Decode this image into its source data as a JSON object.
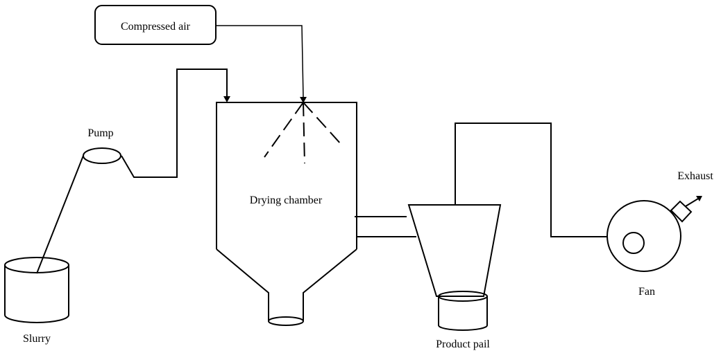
{
  "diagram": {
    "title": "Spray dryer process schematic",
    "colors": {
      "line": "#000000",
      "background": "#ffffff"
    },
    "labels": {
      "compressed_air": "Compressed air",
      "pump": "Pump",
      "slurry": "Slurry",
      "drying_chamber": "Drying chamber",
      "product_pail": "Product pail",
      "fan": "Fan",
      "exhaust": "Exhaust"
    },
    "components": [
      {
        "id": "compressed-air",
        "label": "Compressed air",
        "shape": "rounded-rectangle"
      },
      {
        "id": "pump",
        "label": "Pump",
        "shape": "ellipse"
      },
      {
        "id": "slurry",
        "label": "Slurry",
        "shape": "cylinder"
      },
      {
        "id": "drying-chamber",
        "label": "Drying chamber",
        "shape": "chamber-with-cone"
      },
      {
        "id": "cyclone",
        "label": "",
        "shape": "inverted-trapezoid"
      },
      {
        "id": "product-pail",
        "label": "Product pail",
        "shape": "cylinder"
      },
      {
        "id": "fan",
        "label": "Fan",
        "shape": "circle"
      },
      {
        "id": "exhaust",
        "label": "Exhaust",
        "shape": "outlet-arrow"
      }
    ],
    "connections": [
      {
        "from": "slurry",
        "to": "pump"
      },
      {
        "from": "pump",
        "to": "drying-chamber",
        "arrow": true
      },
      {
        "from": "compressed-air",
        "to": "drying-chamber",
        "arrow": true
      },
      {
        "from": "drying-chamber",
        "to": "cyclone"
      },
      {
        "from": "cyclone",
        "to": "product-pail"
      },
      {
        "from": "cyclone",
        "to": "fan"
      },
      {
        "from": "fan",
        "to": "exhaust",
        "arrow": true
      }
    ]
  }
}
